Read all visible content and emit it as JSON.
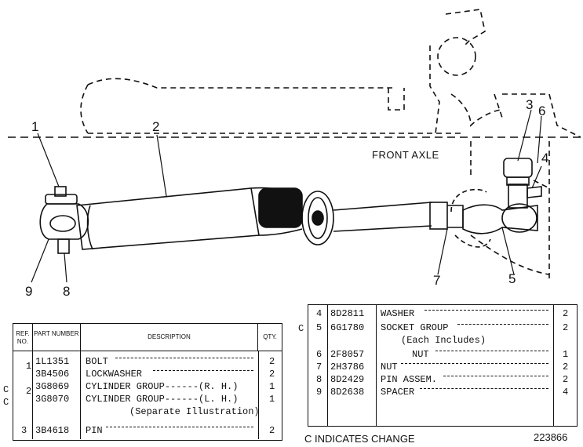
{
  "axle_label": "FRONT AXLE",
  "callouts": [
    "1",
    "2",
    "3",
    "4",
    "5",
    "6",
    "7",
    "8",
    "9"
  ],
  "left_table": {
    "headers": {
      "ref": "REF. NO.",
      "part": "PART NUMBER",
      "desc": "DESCRIPTION",
      "qty": "QTY."
    },
    "rows": [
      {
        "flag": "",
        "ref": "1",
        "part": "1L1351",
        "desc": "BOLT",
        "qty": "2"
      },
      {
        "flag": "",
        "ref": "",
        "part": "3B4506",
        "desc": "LOCKWASHER",
        "qty": "2"
      },
      {
        "flag": "C",
        "ref": "2",
        "part": "3G8069",
        "desc": "CYLINDER GROUP------(R. H.)",
        "qty": "1"
      },
      {
        "flag": "C",
        "ref": "",
        "part": "3G8070",
        "desc": "CYLINDER GROUP------(L. H.)",
        "qty": "1"
      },
      {
        "flag": "",
        "ref": "",
        "part": "",
        "desc": "(Separate Illustration)",
        "qty": ""
      },
      {
        "flag": "",
        "ref": "3",
        "part": "3B4618",
        "desc": "PIN",
        "qty": "2"
      }
    ]
  },
  "right_table": {
    "rows": [
      {
        "flag": "",
        "ref": "4",
        "part": "8D2811",
        "desc": "WASHER",
        "qty": "2"
      },
      {
        "flag": "C",
        "ref": "5",
        "part": "6G1780",
        "desc": "SOCKET GROUP",
        "qty": "2"
      },
      {
        "flag": "",
        "ref": "",
        "part": "",
        "desc": "(Each Includes)",
        "qty": ""
      },
      {
        "flag": "",
        "ref": "6",
        "part": "2F8057",
        "desc": "NUT",
        "qty": "1"
      },
      {
        "flag": "",
        "ref": "7",
        "part": "2H3786",
        "desc": "NUT",
        "qty": "2"
      },
      {
        "flag": "",
        "ref": "8",
        "part": "8D2429",
        "desc": "PIN ASSEM.",
        "qty": "2"
      },
      {
        "flag": "",
        "ref": "9",
        "part": "8D2638",
        "desc": "SPACER",
        "qty": "4"
      }
    ]
  },
  "footer_note": "C INDICATES CHANGE",
  "figure_number": "223866"
}
